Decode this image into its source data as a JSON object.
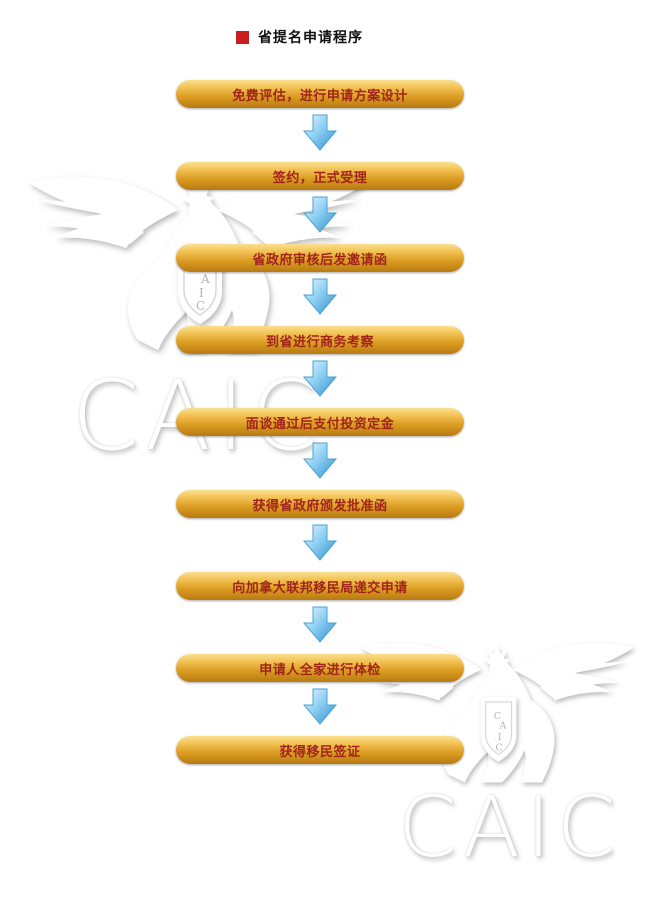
{
  "page": {
    "title": "省提名申请程序",
    "accent_color": "#c81e1e",
    "step_text_color": "#a1241b"
  },
  "watermark": {
    "text": "CAIC",
    "emblem_letters": [
      "C",
      "A",
      "I",
      "C"
    ]
  },
  "flow": {
    "steps": [
      "免费评估，进行申请方案设计",
      "签约，正式受理",
      "省政府审核后发邀请函",
      "到省进行商务考察",
      "面谈通过后支付投资定金",
      "获得省政府颁发批准函",
      "向加拿大联邦移民局递交申请",
      "申请人全家进行体检",
      "获得移民签证"
    ]
  }
}
